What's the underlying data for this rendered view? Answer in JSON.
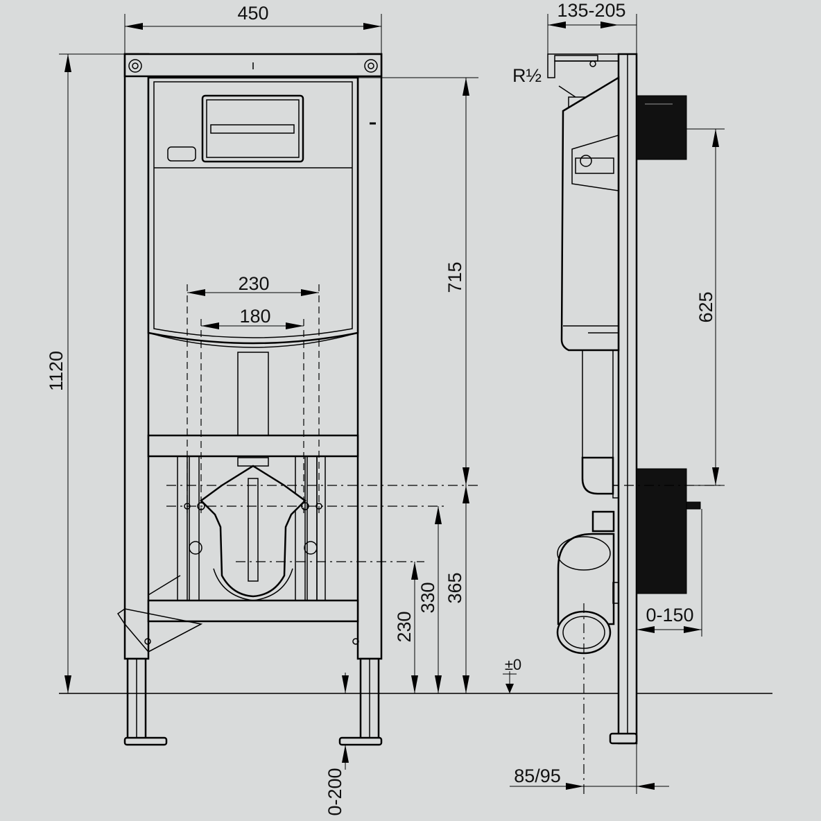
{
  "front_view": {
    "width_label": "450",
    "height_total_label": "1120",
    "tank_height_label": "715",
    "bolt_outer_label": "230",
    "bolt_inner_label": "180",
    "pipe_height_365_label": "365",
    "pipe_height_330_label": "330",
    "pipe_height_230_label": "230",
    "foot_adjust_label": "0-200"
  },
  "side_view": {
    "depth_label": "135-205",
    "inlet_label": "R½",
    "spacing_625_label": "625",
    "projection_label": "0-150",
    "outlet_label": "85/95",
    "floor_label": "±0"
  }
}
